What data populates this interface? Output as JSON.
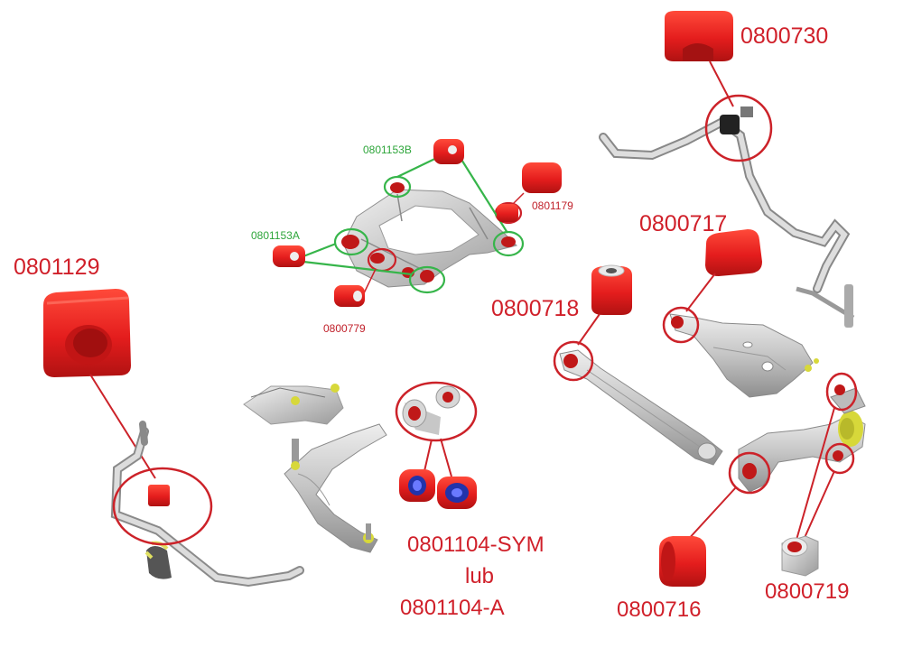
{
  "labels": {
    "p0800730": "0800730",
    "p0801153b": "0801153B",
    "p0801179": "0801179",
    "p0801153a": "0801153A",
    "p0800779": "0800779",
    "p0801129": "0801129",
    "p0800717": "0800717",
    "p0800718": "0800718",
    "p0801104sym": "0801104-SYM",
    "lub": "lub",
    "p0801104a": "0801104-A",
    "p0800716": "0800716",
    "p0800719": "0800719"
  },
  "colors": {
    "bushing_red": "#e02020",
    "callout_red": "#cc2229",
    "callout_green": "#36b54a",
    "metal_gray": "#c9c9c9",
    "metal_dark": "#8a8a8a",
    "insert_blue": "#2233aa"
  }
}
